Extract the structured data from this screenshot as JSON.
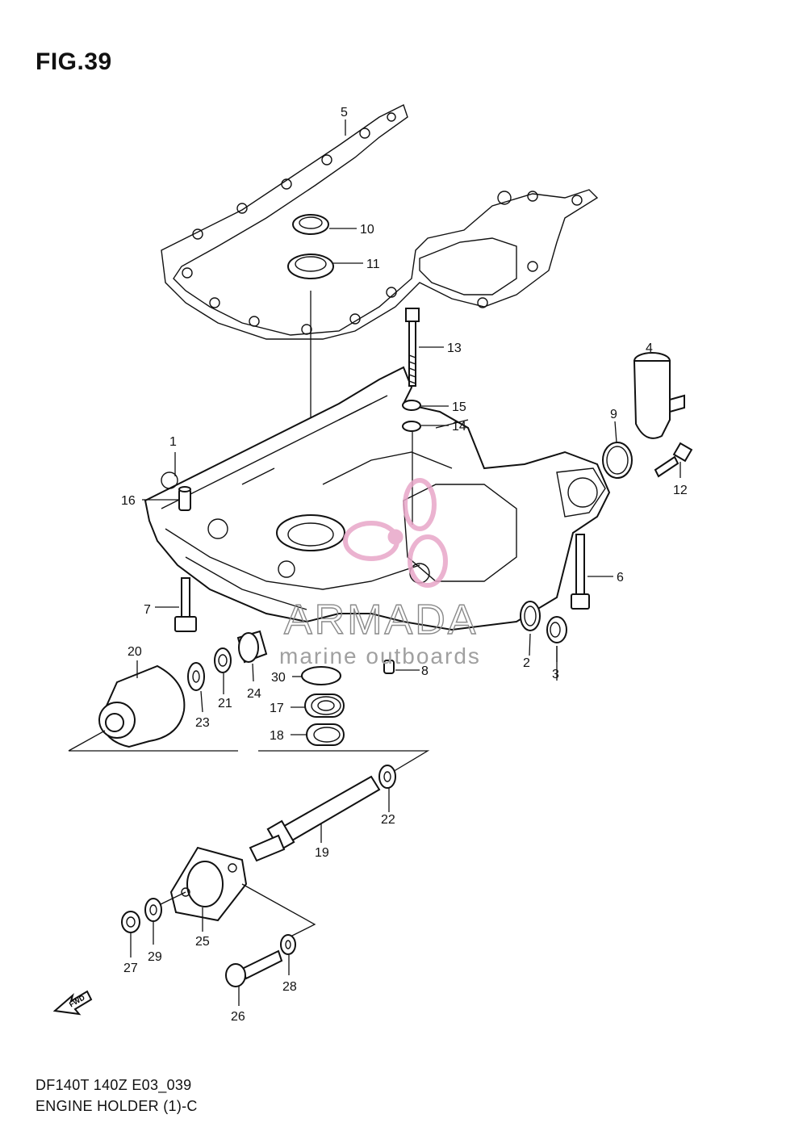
{
  "figure": {
    "title": "FIG.39"
  },
  "footer": {
    "model_code": "DF140T 140Z E03_039",
    "caption": "ENGINE HOLDER (1)-C"
  },
  "watermark": {
    "brand": "ARMADA",
    "tagline": "marine outboards",
    "logo_color": "#e8a6c8"
  },
  "parts": [
    {
      "num": "1"
    },
    {
      "num": "2"
    },
    {
      "num": "3"
    },
    {
      "num": "4"
    },
    {
      "num": "5"
    },
    {
      "num": "6"
    },
    {
      "num": "7"
    },
    {
      "num": "8"
    },
    {
      "num": "9"
    },
    {
      "num": "10"
    },
    {
      "num": "11"
    },
    {
      "num": "12"
    },
    {
      "num": "13"
    },
    {
      "num": "14"
    },
    {
      "num": "15"
    },
    {
      "num": "16"
    },
    {
      "num": "17"
    },
    {
      "num": "18"
    },
    {
      "num": "19"
    },
    {
      "num": "20"
    },
    {
      "num": "21"
    },
    {
      "num": "22"
    },
    {
      "num": "23"
    },
    {
      "num": "24"
    },
    {
      "num": "25"
    },
    {
      "num": "26"
    },
    {
      "num": "27"
    },
    {
      "num": "28"
    },
    {
      "num": "29"
    },
    {
      "num": "30"
    }
  ],
  "fwd_icon": {
    "label": "FWD"
  }
}
